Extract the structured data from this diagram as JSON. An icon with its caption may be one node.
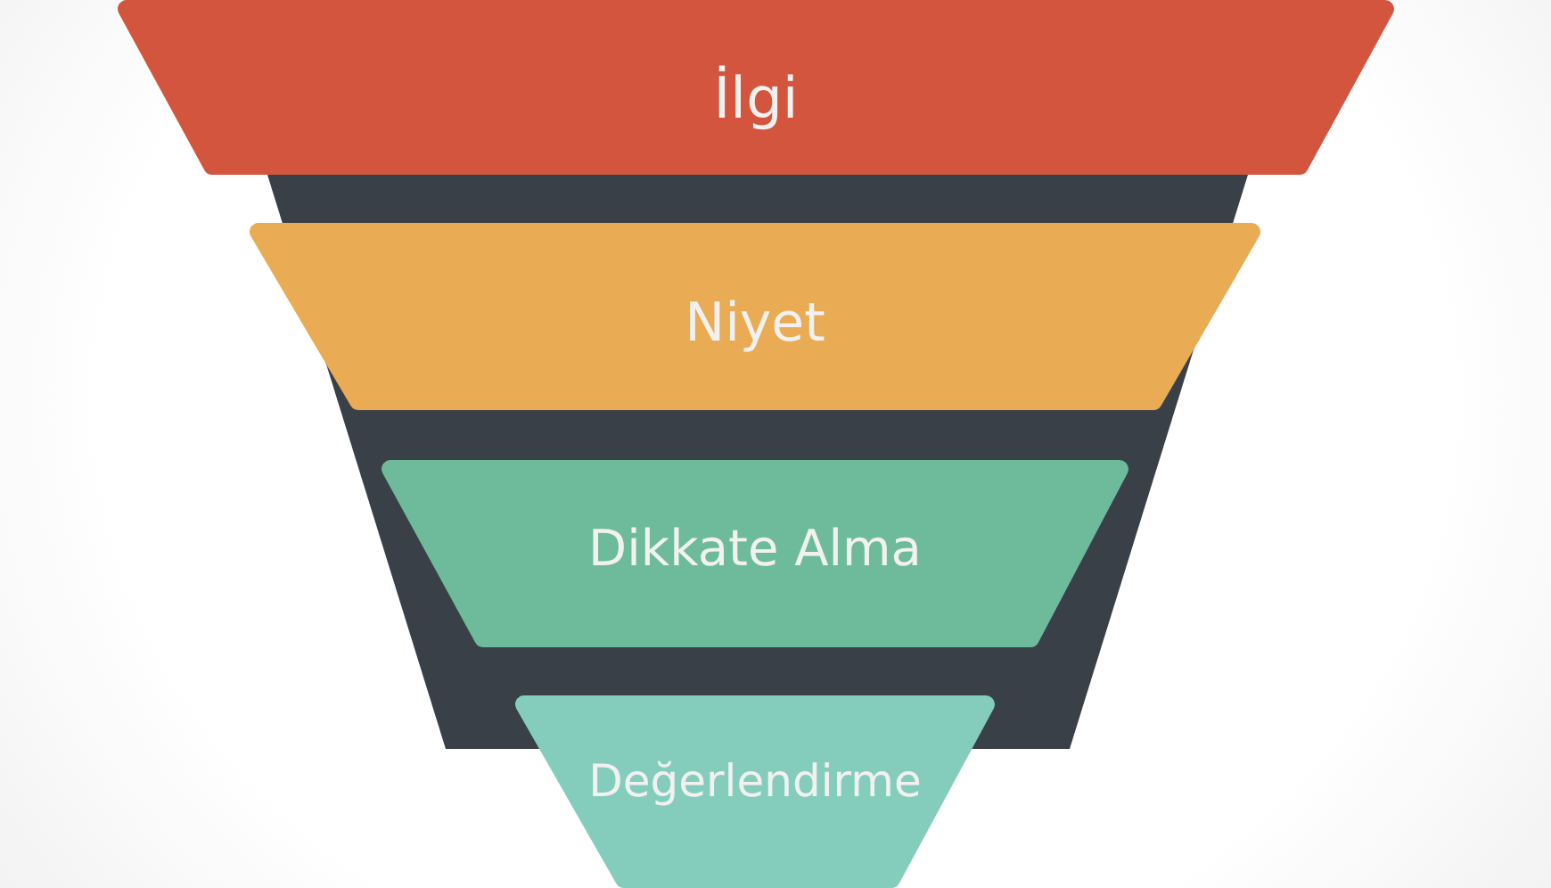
{
  "diagram": {
    "nodes": [
      {
        "text": [
          "İlgi"
        ]
      },
      {
        "text": [
          "Niyet"
        ]
      },
      {
        "text": [
          "Dikkate Alma"
        ]
      },
      {
        "text": [
          "Değerlendirme"
        ]
      }
    ]
  }
}
